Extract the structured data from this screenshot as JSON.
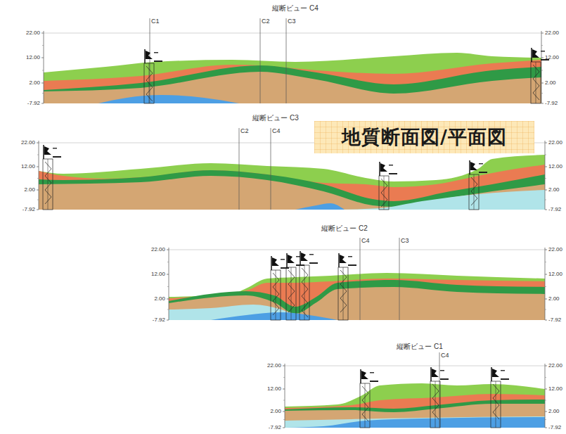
{
  "diagram": {
    "nodes": [
      {
        "text": [
          "地質断面図/平面図"
        ]
      }
    ],
    "labels": [
      "縦断ビュー C4",
      "C1",
      "C2",
      "C3",
      "22.00",
      "12.00",
      "2.00",
      "-7.92",
      "22.00",
      "12.00",
      "2.00",
      "-7.92",
      "縦断ビュー C3",
      "C2",
      "C4",
      "22.00",
      "12.00",
      "2.00",
      "-7.92",
      "22.00",
      "12.00",
      "2.00",
      "-7.92",
      "縦断ビュー C2",
      "C4",
      "C3",
      "22.00",
      "12.00",
      "2.00",
      "-7.92",
      "22.00",
      "12.00",
      "2.00",
      "-7.92",
      "縦断ビュー C1",
      "C4",
      "22.00",
      "12.00",
      "2.00",
      "-7.92",
      "22.00",
      "12.00",
      "2.00",
      "-7.92"
    ]
  }
}
